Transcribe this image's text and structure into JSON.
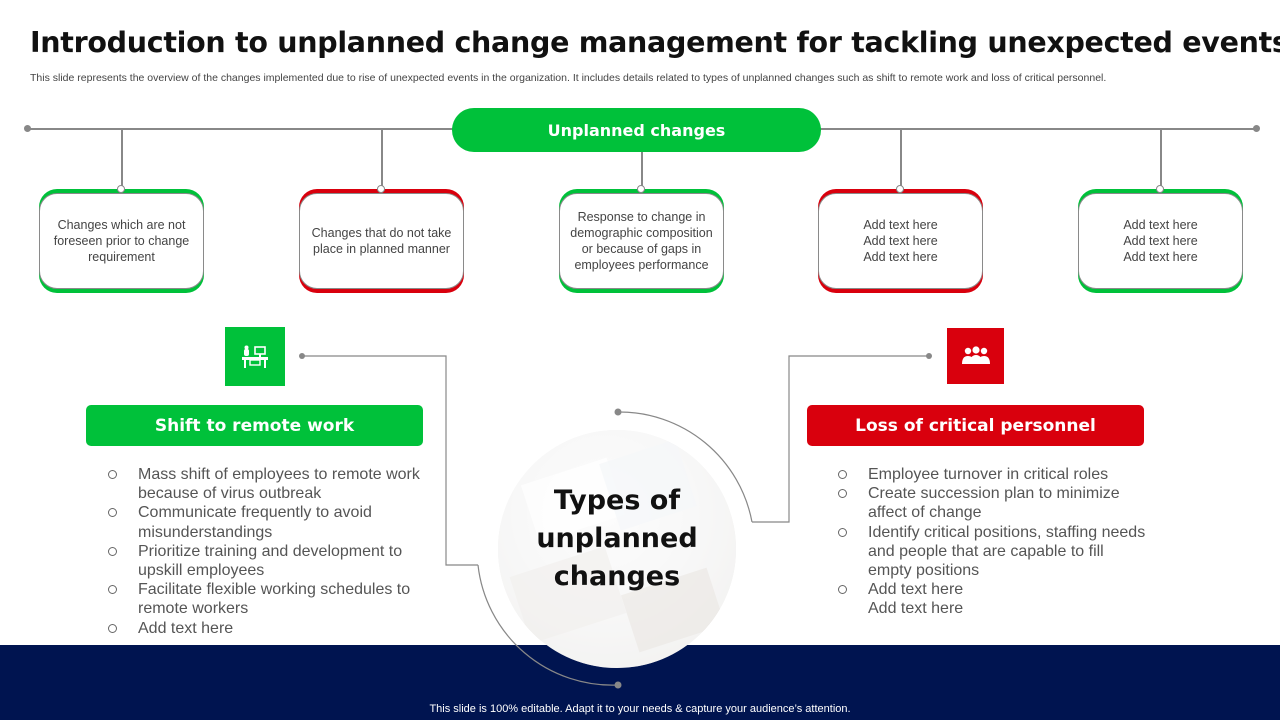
{
  "title": "Introduction to unplanned change management for tackling unexpected events",
  "subtitle": "This slide represents the overview of the changes implemented due to rise of unexpected events in the organization. It includes details related to types of unplanned changes such as shift to remote work and loss of critical personnel.",
  "top_pill": "Unplanned changes",
  "cards": [
    {
      "text": "Changes which are not foreseen prior to change requirement",
      "color": "#00c13a"
    },
    {
      "text": "Changes that do not take place in planned manner",
      "color": "#d9000d"
    },
    {
      "text": "Response to change in demographic composition or because of gaps in employees performance",
      "color": "#00c13a"
    },
    {
      "text": "Add text here\nAdd text here\nAdd text here",
      "color": "#d9000d"
    },
    {
      "text": "Add text here\nAdd text here\nAdd text here",
      "color": "#00c13a"
    }
  ],
  "left": {
    "icon": "desk-workstation-icon",
    "heading": "Shift to remote work",
    "bullets": [
      {
        "text": "Mass shift of employees to remote work  because of virus outbreak",
        "marker": true
      },
      {
        "text": "Communicate frequently to avoid misunderstandings",
        "marker": true
      },
      {
        "text": "Prioritize training and development to upskill employees",
        "marker": true
      },
      {
        "text": "Facilitate flexible working schedules to remote workers",
        "marker": true
      },
      {
        "text": "Add text here",
        "marker": true
      }
    ]
  },
  "right": {
    "icon": "people-group-icon",
    "heading": "Loss of critical personnel",
    "bullets": [
      {
        "text": "Employee turnover  in critical roles",
        "marker": true
      },
      {
        "text": "Create succession plan to minimize affect of change",
        "marker": true
      },
      {
        "text": "Identify  critical positions, staffing needs and people that are capable to fill empty positions",
        "marker": true
      },
      {
        "text": "Add text here",
        "marker": true
      },
      {
        "text": "Add text here",
        "marker": false
      }
    ]
  },
  "center_circle": "Types of\nunplanned\nchanges",
  "footer": "This slide is 100% editable. Adapt it to your needs & capture your audience’s attention.",
  "colors": {
    "green": "#00c13a",
    "red": "#d9000d",
    "navy": "#001450"
  }
}
